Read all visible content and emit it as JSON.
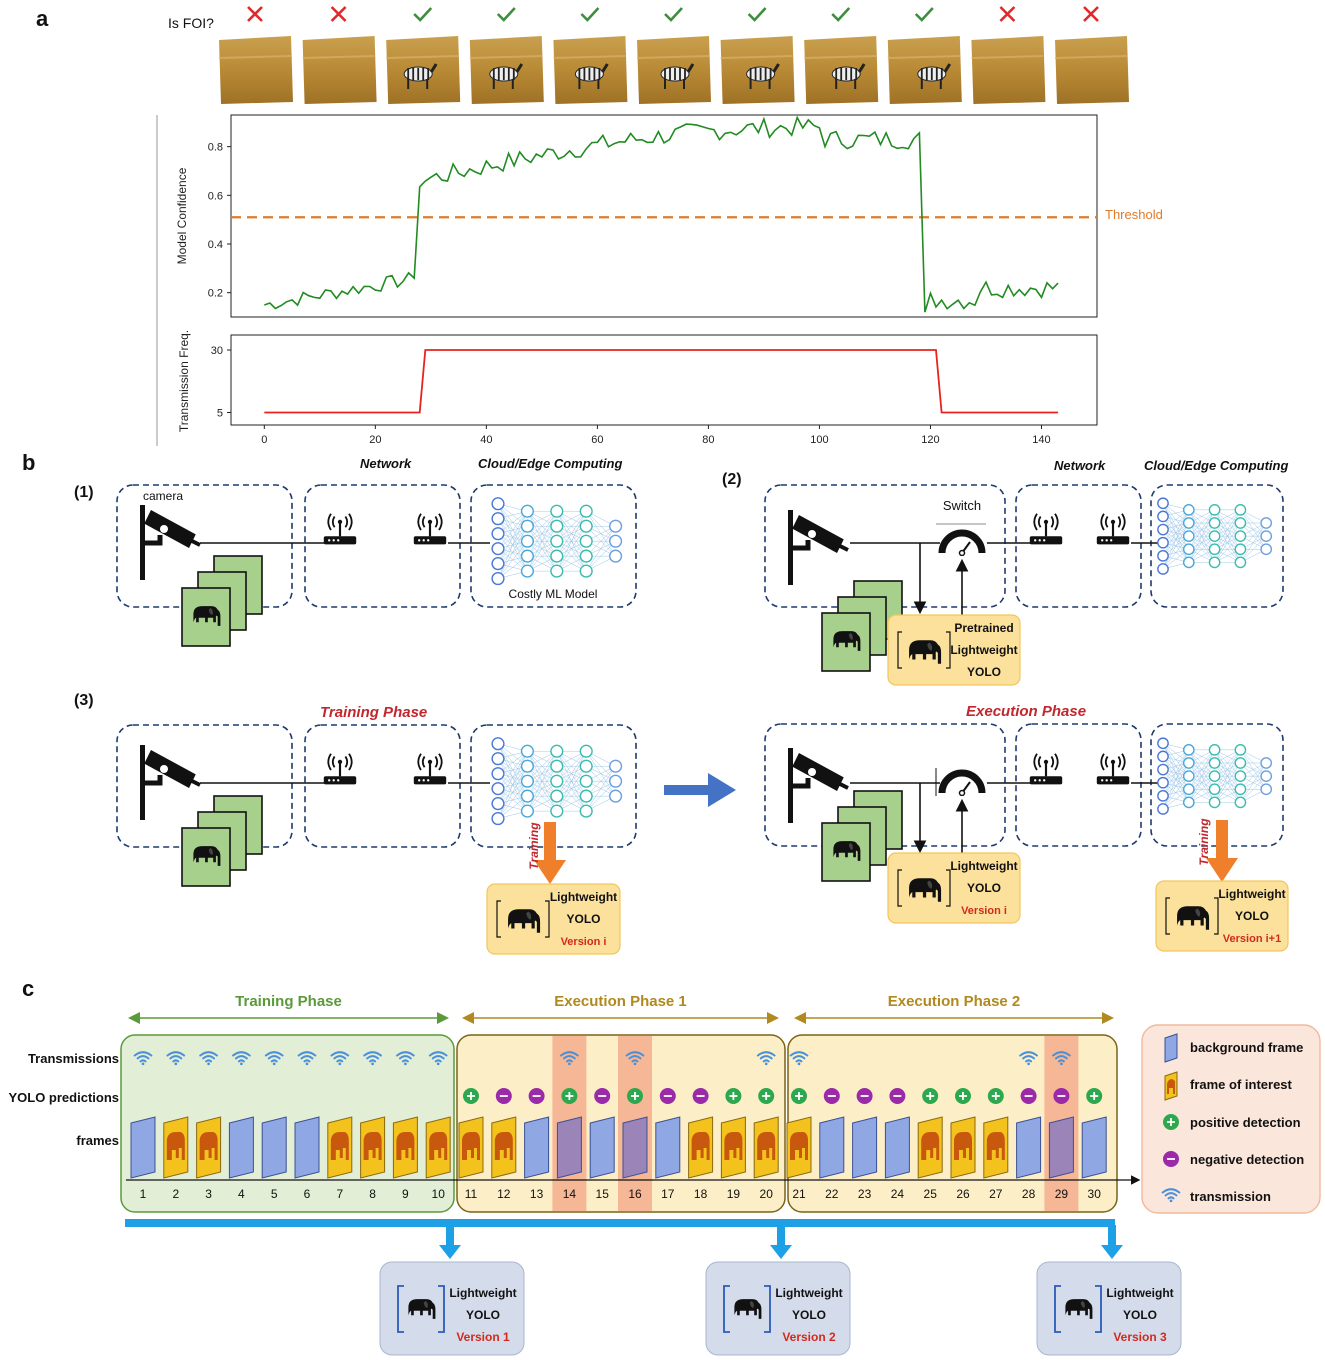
{
  "panel_a": {
    "label": "a",
    "foi_label": "Is FOI?",
    "foi_flags": [
      false,
      false,
      true,
      true,
      true,
      true,
      true,
      true,
      true,
      false,
      false
    ],
    "confidence_plot": {
      "ylabel": "Model Confidence",
      "yticks": [
        "0.2",
        "0.4",
        "0.6",
        "0.8"
      ],
      "threshold_label": "Threshold",
      "threshold": 0.51,
      "ylim": [
        0.1,
        0.93
      ],
      "xlim": [
        -6,
        150
      ]
    },
    "frequency_plot": {
      "ylabel": "Transmission Freq.",
      "yticks": [
        "5",
        "30"
      ],
      "xticks": [
        "0",
        "20",
        "40",
        "60",
        "80",
        "100",
        "120",
        "140"
      ],
      "ylim": [
        0,
        36
      ],
      "xlim": [
        -6,
        150
      ]
    },
    "colors": {
      "confidence": "#228B22",
      "threshold": "#E07B2A",
      "frequency": "#E8231E",
      "cross": "#E0292A",
      "check": "#3E8E3E"
    }
  },
  "panel_b": {
    "label": "b",
    "sub1": {
      "label": "(1)",
      "network": "Network",
      "cloud": "Cloud/Edge Computing",
      "camera": "camera",
      "model": "Costly ML Model"
    },
    "sub2": {
      "label": "(2)",
      "network": "Network",
      "cloud": "Cloud/Edge Computing",
      "switch": "Switch",
      "yolo": [
        "Pretrained",
        "Lightweight",
        "YOLO"
      ]
    },
    "sub3": {
      "label": "(3)",
      "training_phase": "Training Phase",
      "execution_phase": "Execution Phase",
      "training_arrow": "Training",
      "yolo_left": [
        "Lightweight",
        "YOLO"
      ],
      "version_left": "Version i",
      "yolo_mid": [
        "Lightweight",
        "YOLO"
      ],
      "version_mid": "Version i",
      "yolo_right": [
        "Lightweight",
        "YOLO"
      ],
      "version_right": "Version i+1"
    }
  },
  "panel_c": {
    "label": "c",
    "phases": [
      "Training Phase",
      "Execution Phase 1",
      "Execution Phase 2"
    ],
    "row_labels": [
      "Transmissions",
      "YOLO predictions",
      "frames"
    ],
    "frame_types": "BFFBBBFFFFFFBBBBBFFFFBBBFFFBBB",
    "predictions": ".......... +--+-+--++ +---+++--+-",
    "transmissions": "1111111111000101000110000001100100",
    "highlighted_frames": [
      14,
      16,
      29
    ],
    "frame_numbers": [
      "1",
      "2",
      "3",
      "4",
      "5",
      "6",
      "7",
      "8",
      "9",
      "10",
      "11",
      "12",
      "13",
      "14",
      "15",
      "16",
      "17",
      "18",
      "19",
      "20",
      "21",
      "22",
      "23",
      "24",
      "25",
      "26",
      "27",
      "28",
      "29",
      "30"
    ],
    "legend": [
      "background frame",
      "frame of interest",
      "positive detection",
      "negative detection",
      "transmission"
    ],
    "versions": [
      {
        "title": "Lightweight",
        "model": "YOLO",
        "version": "Version 1"
      },
      {
        "title": "Lightweight",
        "model": "YOLO",
        "version": "Version 2"
      },
      {
        "title": "Lightweight",
        "model": "YOLO",
        "version": "Version 3"
      }
    ]
  }
}
